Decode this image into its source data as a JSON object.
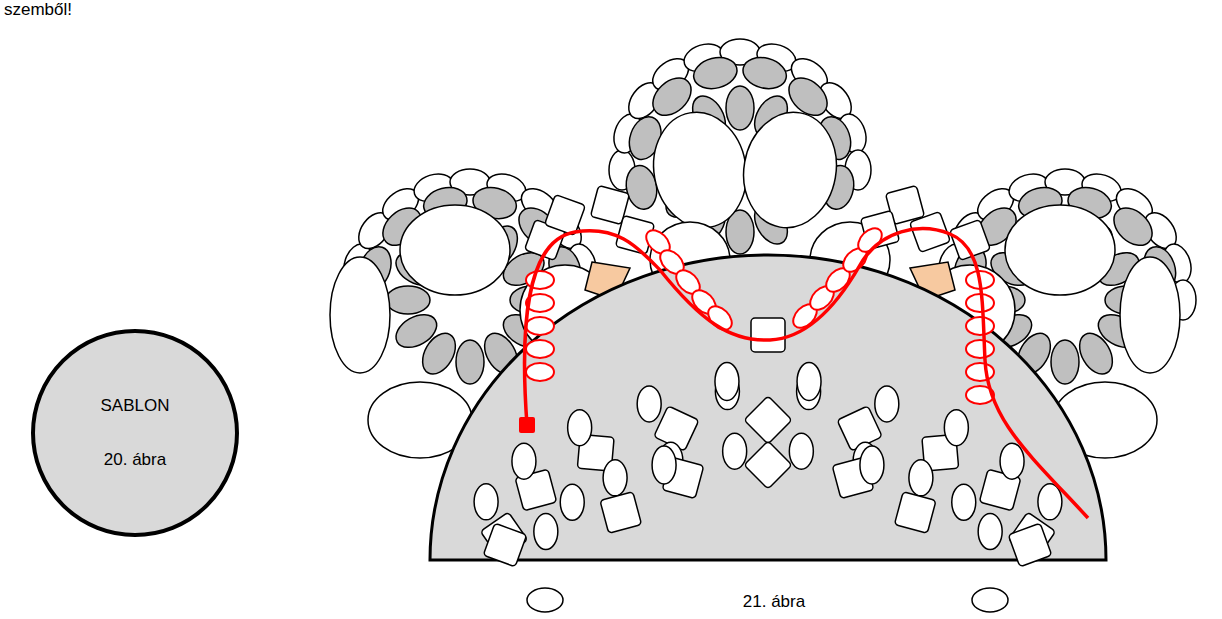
{
  "diagram": {
    "caption": "21. ábra",
    "nodes": [
      {
        "text": [
          "SABLON",
          "20. ábra"
        ]
      }
    ],
    "labels": [
      "szemből!"
    ]
  }
}
